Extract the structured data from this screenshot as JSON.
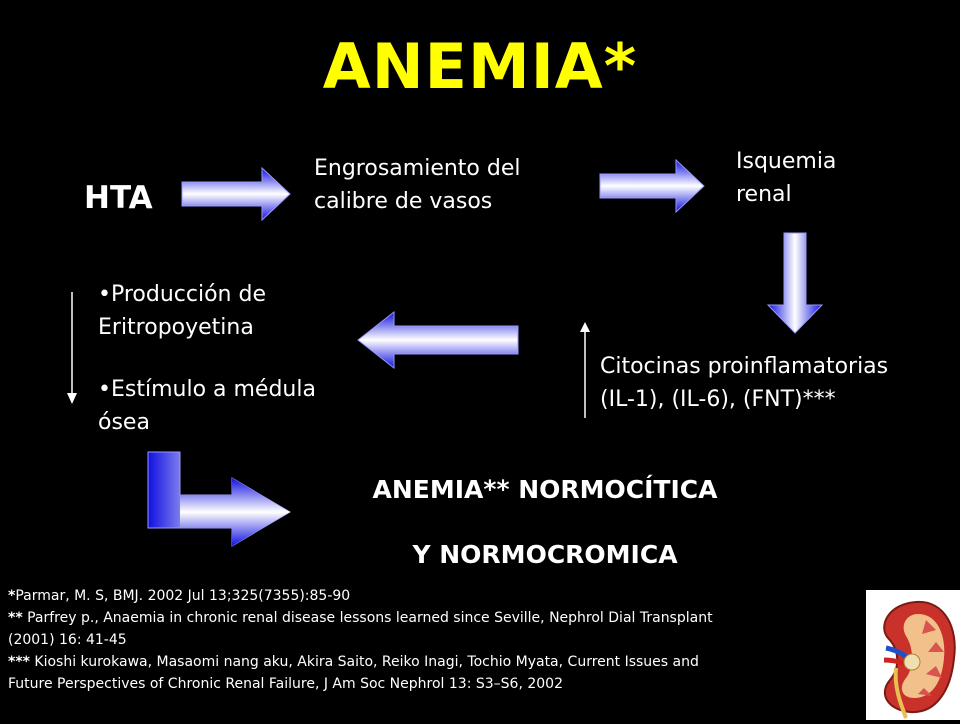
{
  "slide": {
    "title": "ANEMIA*",
    "hta": "HTA",
    "engrosamiento": "Engrosamiento del calibre de vasos",
    "isquemia": "Isquemia renal",
    "produccion": "•Producción  de Eritropoyetina",
    "estimulo": "•Estímulo a médula ósea",
    "citocinas_1": "Citocinas proinflamatorias",
    "citocinas_2": "(IL-1), (IL-6), (FNT)***",
    "anemia_normocitica": "ANEMIA**  NORMOCÍTICA",
    "normocromica": "Y NORMOCROMICA"
  },
  "references": {
    "ref1_mark": "*",
    "ref1_text": "Parmar, M. S, BMJ. 2002 Jul 13;325(7355):85-90",
    "ref2_mark": "**",
    "ref2_text": " Parfrey p., Anaemia in chronic renal disease lessons learned since Seville, Nephrol Dial Transplant",
    "ref2_cont": "(2001) 16: 41-45",
    "ref3_mark": "***",
    "ref3_text": " Kioshi kurokawa, Masaomi nang aku, Akira Saito, Reiko Inagi, Tochio Myata, Current        Issues and",
    "ref3_cont": "Future Perspectives of Chronic Renal Failure, J Am Soc Nephrol 13: S3–S6, 2002"
  },
  "colors": {
    "background": "#000000",
    "title": "#ffff00",
    "text": "#ffffff",
    "arrow_dark": "#1a1aff",
    "arrow_light": "#ffffff"
  },
  "icons": [
    "arrow-right-icon",
    "arrow-down-icon",
    "arrow-left-icon",
    "arrow-elbow-icon",
    "kidney-icon"
  ]
}
